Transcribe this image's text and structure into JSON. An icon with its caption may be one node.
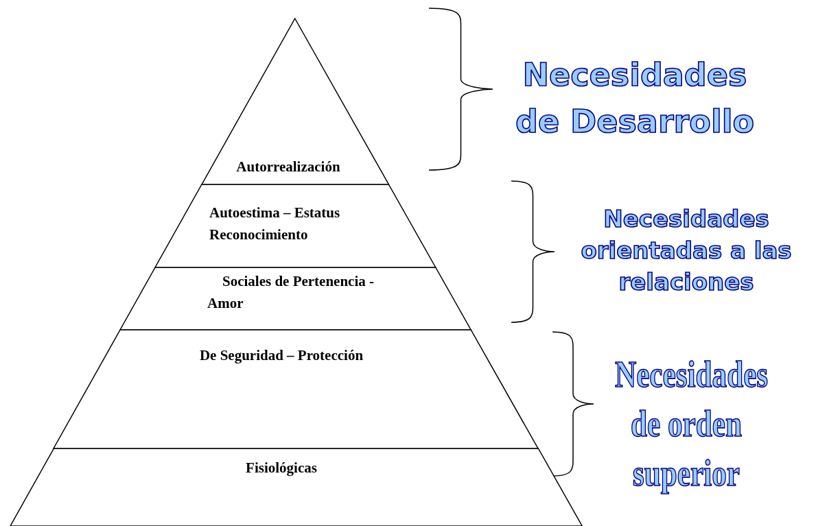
{
  "diagram": {
    "nodes": [
      {
        "text": [
          "Autorrealización"
        ]
      },
      {
        "text": [
          "Autoestima – Estatus Reconocimiento"
        ]
      },
      {
        "text": [
          "Sociales de Pertenencia - Amor"
        ]
      },
      {
        "text": [
          "De Seguridad – Protección"
        ]
      },
      {
        "text": [
          "Fisiológicas"
        ]
      }
    ],
    "labels": [
      "Necesidades de Desarrollo",
      "Necesidades orientadas a las relaciones",
      "Necesidades de orden superior"
    ]
  }
}
